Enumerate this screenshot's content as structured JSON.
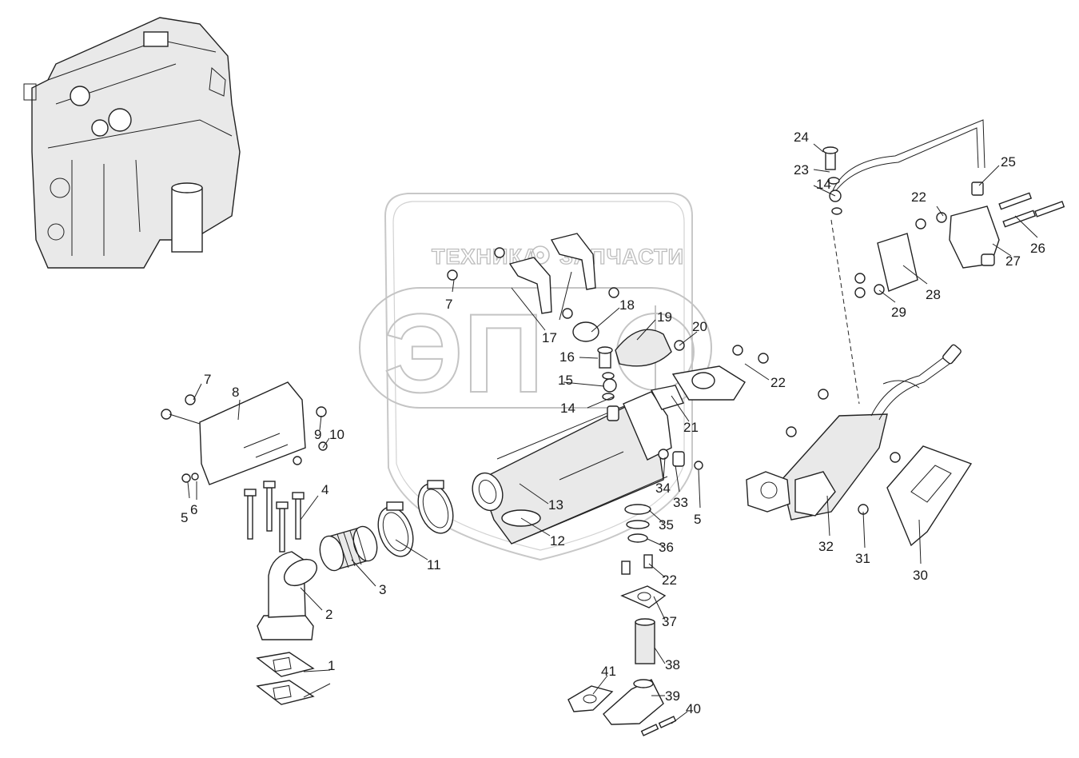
{
  "watermark": {
    "left_word": "ТЕХНИКА",
    "right_word": "ЗАПЧАСТИ",
    "monogram": "ЭП"
  },
  "callouts": [
    {
      "id": "c1",
      "text": "1"
    },
    {
      "id": "c2",
      "text": "2"
    },
    {
      "id": "c3",
      "text": "3"
    },
    {
      "id": "c4",
      "text": "4"
    },
    {
      "id": "c5a",
      "text": "5"
    },
    {
      "id": "c5b",
      "text": "5"
    },
    {
      "id": "c6",
      "text": "6"
    },
    {
      "id": "c7a",
      "text": "7"
    },
    {
      "id": "c7b",
      "text": "7"
    },
    {
      "id": "c8",
      "text": "8"
    },
    {
      "id": "c9",
      "text": "9"
    },
    {
      "id": "c10",
      "text": "10"
    },
    {
      "id": "c11",
      "text": "11"
    },
    {
      "id": "c12",
      "text": "12"
    },
    {
      "id": "c13",
      "text": "13"
    },
    {
      "id": "c14a",
      "text": "14"
    },
    {
      "id": "c14b",
      "text": "14"
    },
    {
      "id": "c15",
      "text": "15"
    },
    {
      "id": "c16",
      "text": "16"
    },
    {
      "id": "c17",
      "text": "17"
    },
    {
      "id": "c18",
      "text": "18"
    },
    {
      "id": "c19",
      "text": "19"
    },
    {
      "id": "c20",
      "text": "20"
    },
    {
      "id": "c21",
      "text": "21"
    },
    {
      "id": "c22a",
      "text": "22"
    },
    {
      "id": "c22b",
      "text": "22"
    },
    {
      "id": "c22c",
      "text": "22"
    },
    {
      "id": "c23",
      "text": "23"
    },
    {
      "id": "c24",
      "text": "24"
    },
    {
      "id": "c25",
      "text": "25"
    },
    {
      "id": "c26",
      "text": "26"
    },
    {
      "id": "c27",
      "text": "27"
    },
    {
      "id": "c28",
      "text": "28"
    },
    {
      "id": "c29",
      "text": "29"
    },
    {
      "id": "c30",
      "text": "30"
    },
    {
      "id": "c31",
      "text": "31"
    },
    {
      "id": "c32",
      "text": "32"
    },
    {
      "id": "c33",
      "text": "33"
    },
    {
      "id": "c34",
      "text": "34"
    },
    {
      "id": "c35",
      "text": "35"
    },
    {
      "id": "c36",
      "text": "36"
    },
    {
      "id": "c37",
      "text": "37"
    },
    {
      "id": "c38",
      "text": "38"
    },
    {
      "id": "c39",
      "text": "39"
    },
    {
      "id": "c40",
      "text": "40"
    },
    {
      "id": "c41",
      "text": "41"
    }
  ]
}
